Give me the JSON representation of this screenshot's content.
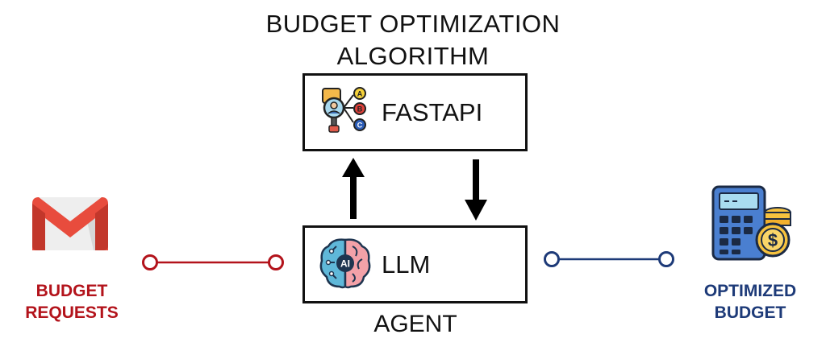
{
  "title": {
    "line1": "BUDGET OPTIMIZATION",
    "line2": "ALGORITHM"
  },
  "fastapi_box": {
    "label": "FASTAPI",
    "icon": "decision-tree-icon",
    "icon_nodes": [
      "A",
      "B",
      "C"
    ]
  },
  "llm_box": {
    "label": "LLM",
    "icon": "ai-brain-icon",
    "icon_badge": "AI"
  },
  "agent_label": "AGENT",
  "input": {
    "icon": "gmail-icon",
    "label_line1": "BUDGET",
    "label_line2": "REQUESTS",
    "color": "#b3131b"
  },
  "output": {
    "icon": "calculator-coins-icon",
    "label_line1": "OPTIMIZED",
    "label_line2": "BUDGET",
    "color": "#1d3a78",
    "coin_symbol": "$"
  }
}
